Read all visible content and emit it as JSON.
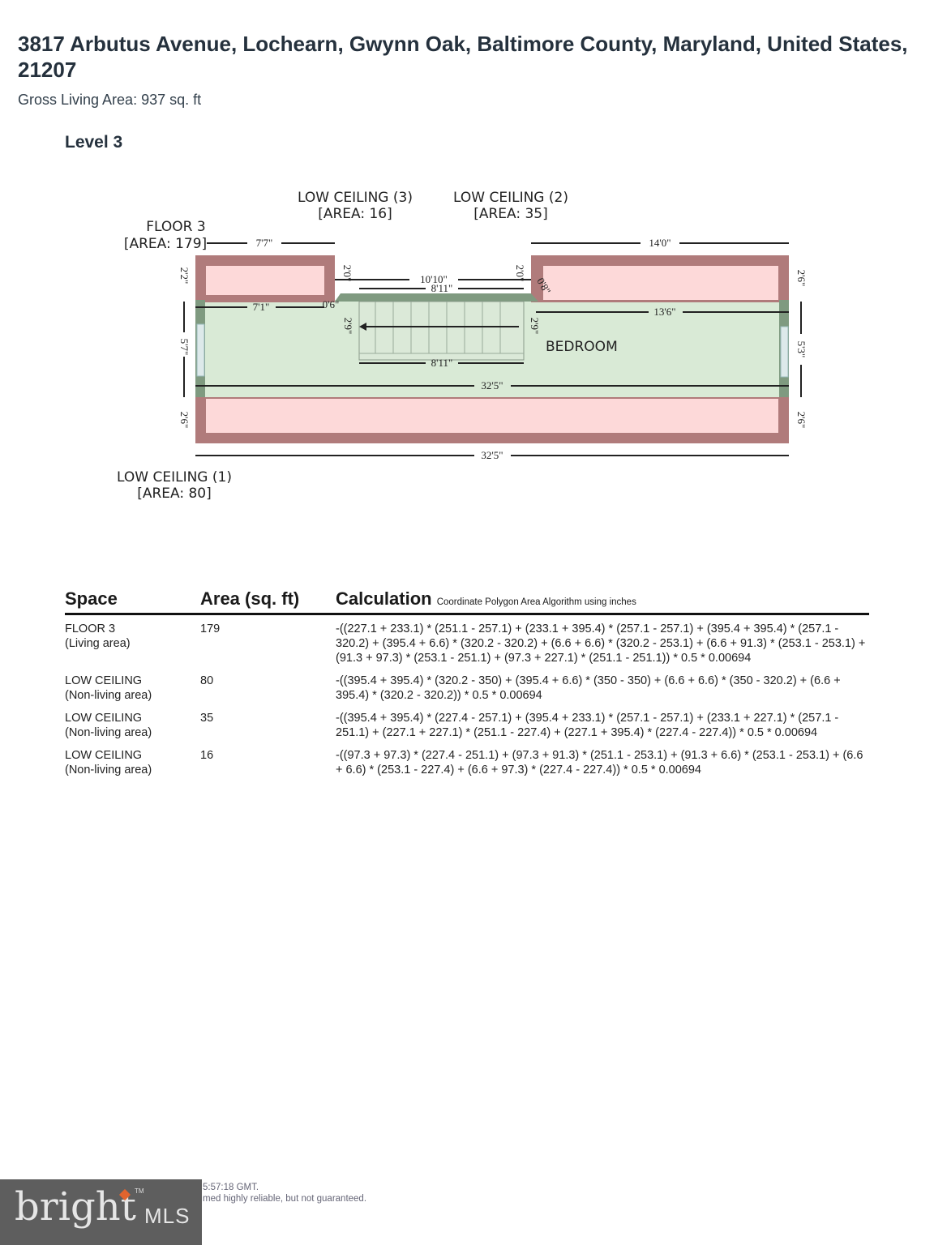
{
  "header": {
    "address": "3817 Arbutus Avenue, Lochearn, Gwynn Oak, Baltimore County, Maryland, United States, 21207",
    "gross_living_area": "Gross Living Area: 937 sq. ft",
    "level": "Level 3"
  },
  "plan": {
    "labels": {
      "floor3": "FLOOR 3",
      "floor3_area": "[AREA: 179]",
      "lc3": "LOW CEILING (3)",
      "lc3_area": "[AREA: 16]",
      "lc2": "LOW CEILING (2)",
      "lc2_area": "[AREA: 35]",
      "lc1": "LOW CEILING (1)",
      "lc1_area": "[AREA: 80]",
      "bedroom": "BEDROOM"
    },
    "dims": {
      "d7_7": "7'7\"",
      "d14_0": "14'0\"",
      "d2_2": "2'2\"",
      "d2_0a": "2'0\"",
      "d2_0b": "2'0\"",
      "d10_10": "10'10\"",
      "d8_11a": "8'11\"",
      "d0_8": "0'8\"",
      "d2_6a": "2'6\"",
      "d7_1": "7'1\"",
      "d0_6": "0'6\"",
      "d2_9a": "2'9\"",
      "d2_9b": "2'9\"",
      "d13_6": "13'6\"",
      "d5_7": "5'7\"",
      "d5_3": "5'3\"",
      "d8_11b": "8'11\"",
      "d32_5a": "32'5\"",
      "d2_6b": "2'6\"",
      "d2_6c": "2'6\"",
      "d32_5b": "32'5\""
    }
  },
  "table": {
    "headers": {
      "space": "Space",
      "area": "Area (sq. ft)",
      "calc": "Calculation",
      "calc_note": "Coordinate Polygon Area Algorithm using inches"
    },
    "rows": [
      {
        "name": "FLOOR 3",
        "type": "(Living area)",
        "area": "179",
        "calc": "-((227.1 + 233.1) * (251.1 - 257.1) + (233.1 + 395.4) * (257.1 - 257.1) + (395.4 + 395.4) * (257.1 - 320.2) + (395.4 + 6.6) * (320.2 - 320.2) + (6.6 + 6.6) * (320.2 - 253.1) + (6.6 + 91.3) * (253.1 - 253.1) + (91.3 + 97.3) * (253.1 - 251.1) + (97.3 + 227.1) * (251.1 - 251.1)) * 0.5 * 0.00694"
      },
      {
        "name": "LOW CEILING",
        "type": "(Non-living area)",
        "area": "80",
        "calc": "-((395.4 + 395.4) * (320.2 - 350) + (395.4 + 6.6) * (350 - 350) + (6.6 + 6.6) * (350 - 320.2) + (6.6 + 395.4) * (320.2 - 320.2)) * 0.5 * 0.00694"
      },
      {
        "name": "LOW CEILING",
        "type": "(Non-living area)",
        "area": "35",
        "calc": "-((395.4 + 395.4) * (227.4 - 257.1) + (395.4 + 233.1) * (257.1 - 257.1) + (233.1 + 227.1) * (257.1 - 251.1) + (227.1 + 227.1) * (251.1 - 227.4) + (227.1 + 395.4) * (227.4 - 227.4)) * 0.5 * 0.00694"
      },
      {
        "name": "LOW CEILING",
        "type": "(Non-living area)",
        "area": "16",
        "calc": "-((97.3 + 97.3) * (227.4 - 251.1) + (97.3 + 91.3) * (251.1 - 253.1) + (91.3 + 6.6) * (253.1 - 253.1) + (6.6 + 6.6) * (253.1 - 227.4) + (6.6 + 97.3) * (227.4 - 227.4)) * 0.5 * 0.00694"
      }
    ]
  },
  "footer": {
    "logo": "bright MLS",
    "line1": "5:57:18 GMT.",
    "line2": "med highly reliable, but not guaranteed."
  }
}
